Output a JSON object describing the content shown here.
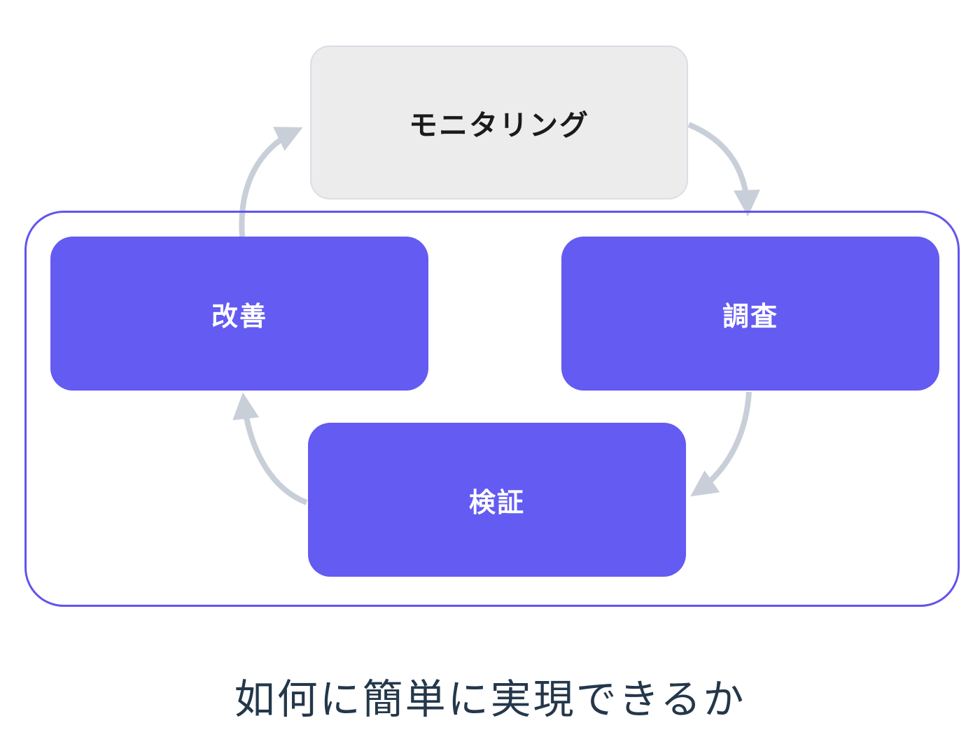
{
  "diagram": {
    "nodes": {
      "monitoring": {
        "label": "モニタリング"
      },
      "improve": {
        "label": "改善"
      },
      "investigate": {
        "label": "調査"
      },
      "verify": {
        "label": "検証"
      }
    },
    "edges": [
      {
        "from": "monitoring",
        "to": "investigate"
      },
      {
        "from": "investigate",
        "to": "verify"
      },
      {
        "from": "verify",
        "to": "improve"
      },
      {
        "from": "improve",
        "to": "monitoring"
      }
    ],
    "caption": "如何に簡単に実現できるか",
    "colors": {
      "node_fill": "#635bf2",
      "node_text": "#ffffff",
      "top_node_fill": "#ececed",
      "top_node_border": "#d9dee5",
      "top_node_text": "#1a1a1a",
      "container_border": "#6254ee",
      "arrow": "#c9cfd8",
      "caption_text": "#24374b",
      "background": "#ffffff"
    }
  }
}
